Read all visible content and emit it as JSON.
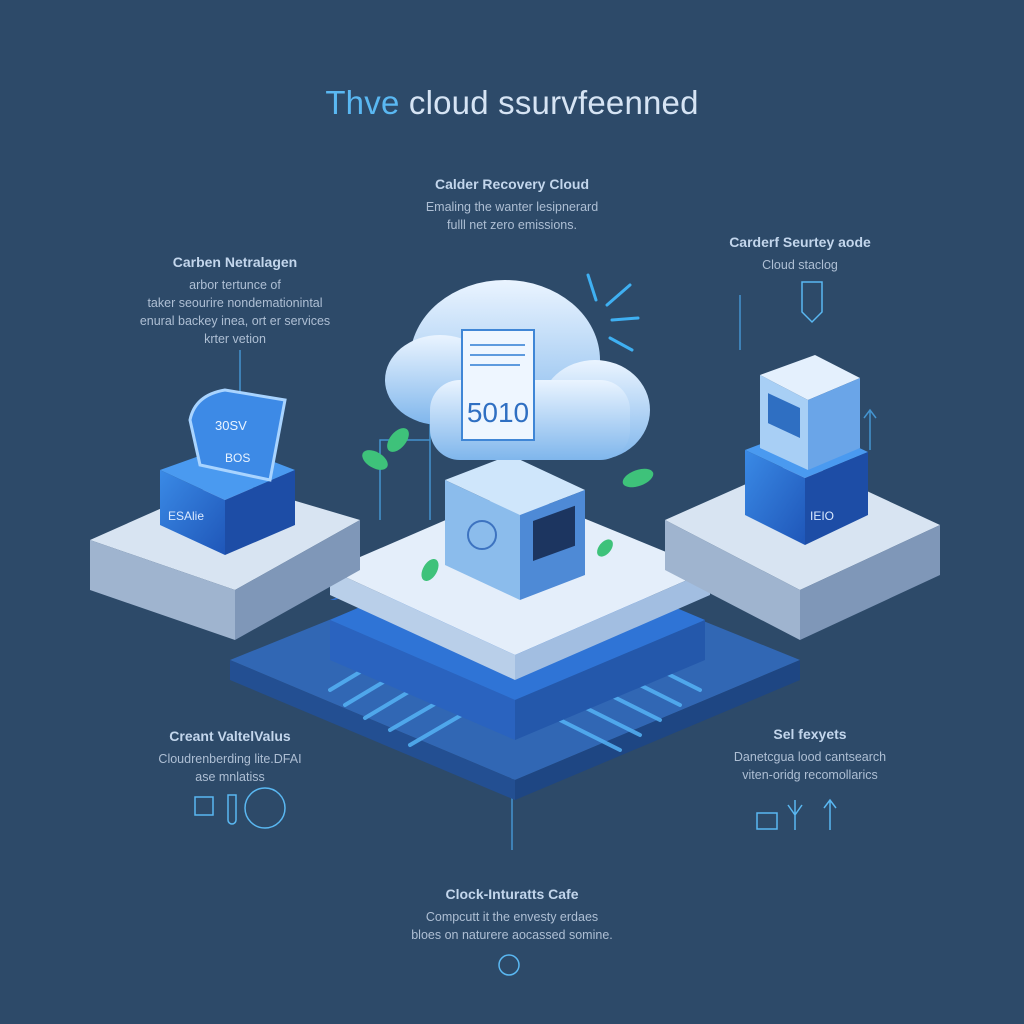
{
  "title": {
    "accent": "Thve",
    "rest": " cloud ssurvfeenned"
  },
  "blocks": {
    "top": {
      "heading": "Calder Recovery Cloud",
      "lines": [
        "Emaling the wanter lesipnerard",
        "fulll net zero emissions."
      ]
    },
    "left": {
      "heading": "Carben Netralagen",
      "lines": [
        "arbor tertunce of",
        "taker seourire nondemationintal",
        "enural backey inea, ort er services",
        "krter vetion"
      ]
    },
    "right": {
      "heading": "Carderf Seurtey aode",
      "lines": [
        "Cloud staclog"
      ]
    },
    "bottom_left": {
      "heading": "Creant ValtelValus",
      "lines": [
        "Cloudrenberding lite.DFAI",
        "ase mnlatiss"
      ]
    },
    "bottom_right": {
      "heading": "Sel fexyets",
      "lines": [
        "Danetcgua lood cantsearch",
        "viten-oridg recomollarics"
      ]
    },
    "bottom": {
      "heading": "Clock-Inturatts Cafe",
      "lines": [
        "Compcutt it the envesty erdaes",
        "bloes on naturere aocassed somine."
      ]
    }
  },
  "illustration": {
    "left_badge": [
      "30SV",
      "BOS"
    ],
    "left_server_label": "ESAlie",
    "cloud_panel": "5010",
    "right_server_label": "IEIO"
  },
  "colors": {
    "background": "#2d4a69",
    "accent": "#5ab8f2",
    "platform_dark": "#2f5ea8",
    "platform_light": "#dfe9f6"
  }
}
